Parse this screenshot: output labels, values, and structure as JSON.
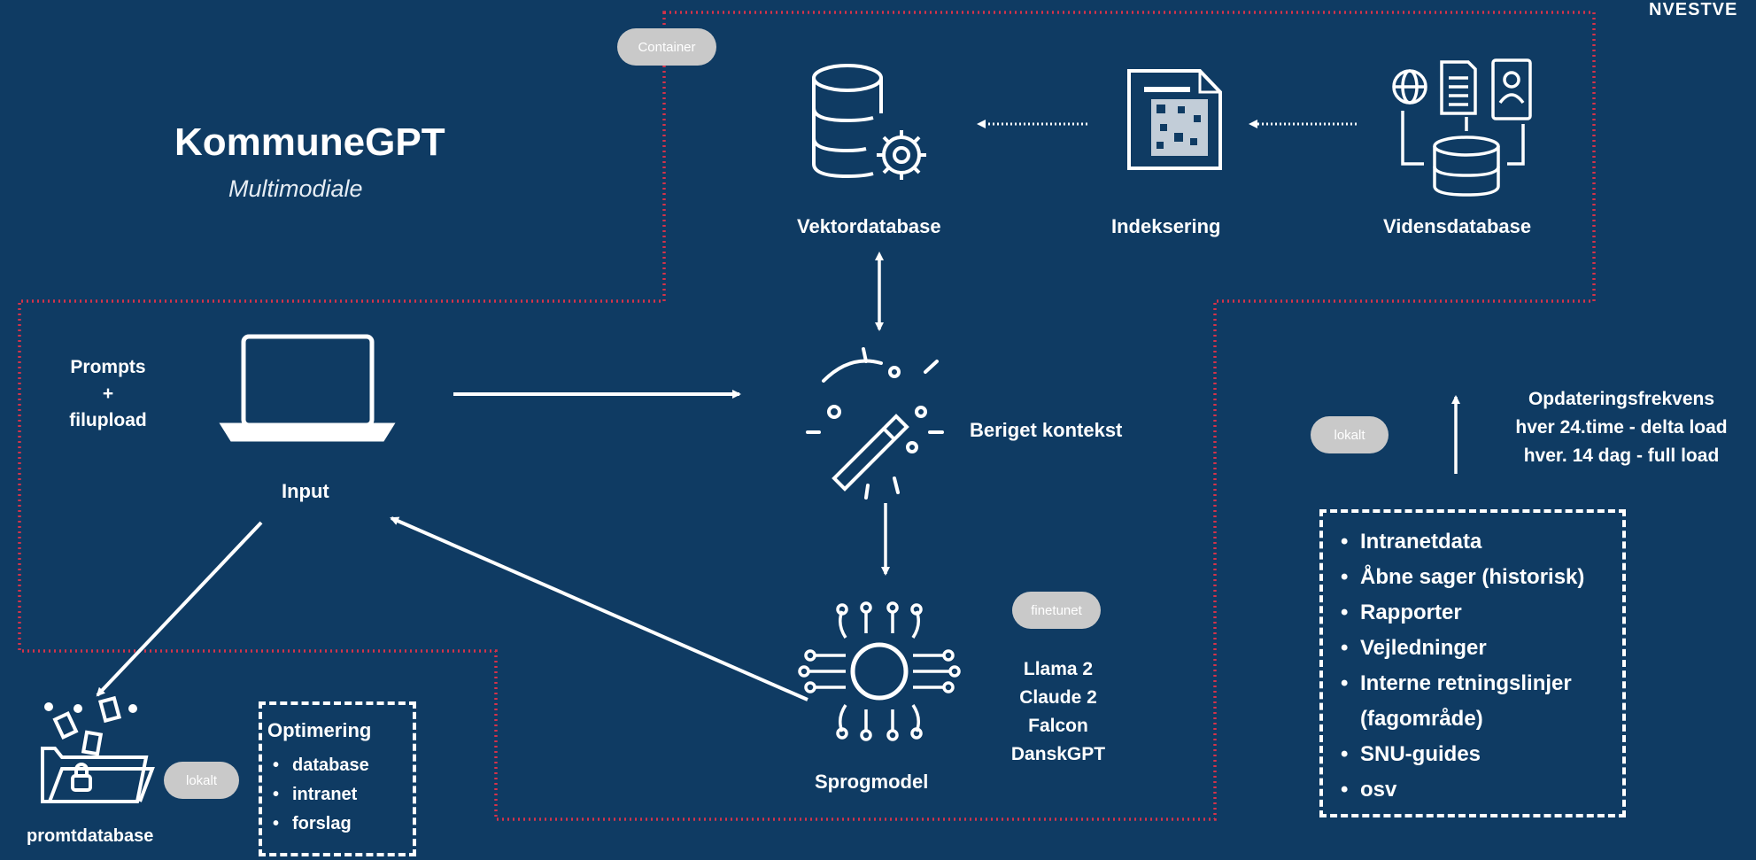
{
  "brand": "NVESTVE",
  "title": "KommuneGPT",
  "subtitle": "Multimodiale",
  "pills": {
    "container": "Container",
    "lokalt_right": "lokalt",
    "finetunet": "finetunet",
    "lokalt_left": "lokalt"
  },
  "nodes": {
    "vektordatabase": "Vektordatabase",
    "indeksering": "Indeksering",
    "vidensdatabase": "Vidensdatabase",
    "beriget_kontekst": "Beriget kontekst",
    "sprogmodel": "Sprogmodel",
    "input": "Input",
    "promtdatabase": "promtdatabase"
  },
  "prompts": [
    "Prompts",
    "+",
    "filupload"
  ],
  "models": [
    "Llama 2",
    "Claude 2",
    "Falcon",
    "DanskGPT"
  ],
  "update": {
    "title": "Opdateringsfrekvens",
    "line1": "hver 24.time - delta load",
    "line2": "hver. 14 dag - full load"
  },
  "sources": [
    "Intranetdata",
    "Åbne sager (historisk)",
    "Rapporter",
    "Vejledninger",
    "Interne retningslinjer",
    "(fagområde)",
    "SNU-guides",
    "osv"
  ],
  "optimering": {
    "title": "Optimering",
    "items": [
      "database",
      "intranet",
      "forslag"
    ]
  },
  "colors": {
    "background": "#0f3b63",
    "container_border": "#d4334a",
    "pill": "#c9c9c9",
    "foreground": "#ffffff"
  }
}
